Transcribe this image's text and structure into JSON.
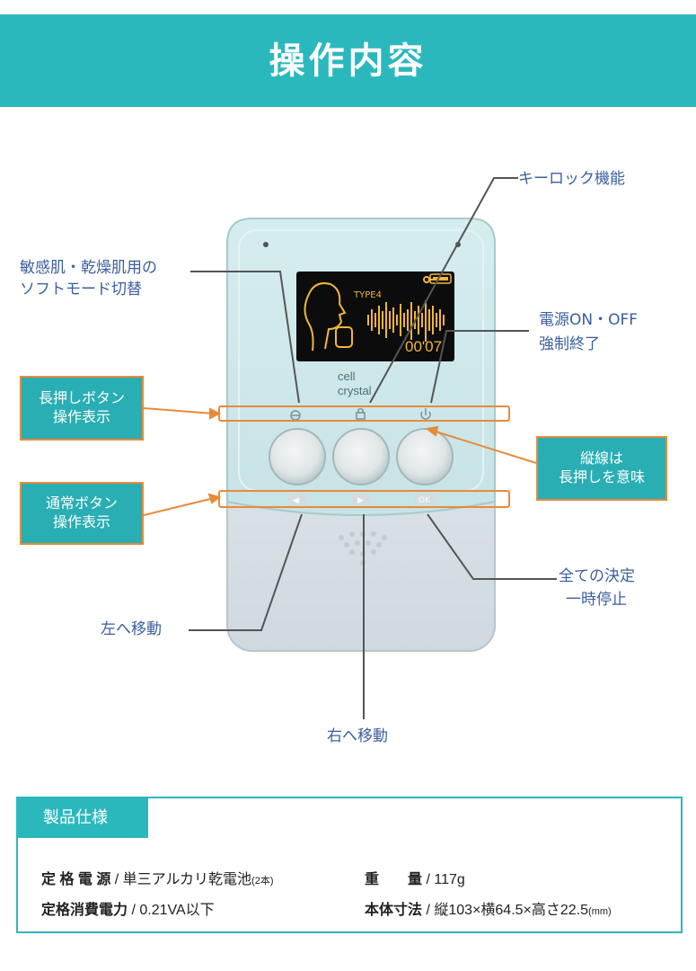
{
  "header": {
    "title": "操作内容"
  },
  "device": {
    "brand_line1": "cell",
    "brand_line2": "crystal",
    "screen_type": "TYPE4",
    "screen_timer": "00'07",
    "long_press_icons": [
      "sensitive-skin-icon",
      "lock-icon",
      "power-icon"
    ],
    "short_press_labels": [
      "◀",
      "▶",
      "OK"
    ]
  },
  "callouts": {
    "key_lock": "キーロック機能",
    "soft_mode_line1": "敏感肌・乾燥肌用の",
    "soft_mode_line2": "ソフトモード切替",
    "power_line1": "電源ON・OFF",
    "power_line2": "強制終了",
    "long_press_box_line1": "長押しボタン",
    "long_press_box_line2": "操作表示",
    "dotted_box_line1": "縦線は",
    "dotted_box_line2": "長押しを意味",
    "normal_box_line1": "通常ボタン",
    "normal_box_line2": "操作表示",
    "confirm_line1": "全ての決定",
    "confirm_line2": "一時停止",
    "move_left": "左へ移動",
    "move_right": "右へ移動"
  },
  "spec": {
    "tab": "製品仕様",
    "rating_power_label": "定 格 電 源",
    "rating_power_value": " / 単三アルカリ乾電池",
    "rating_power_note": "(2本)",
    "weight_label": "重　　量",
    "weight_value": " / 117g",
    "consumption_label": "定格消費電力",
    "consumption_value": " / 0.21VA以下",
    "size_label": "本体寸法",
    "size_value": " / 縦103×横64.5×高さ22.5",
    "size_unit": "(mm)"
  },
  "colors": {
    "banner": "#2bb8bd",
    "callout_text": "#3a5f9e",
    "orange_outline": "#e88a3a",
    "screen_amber": "#f4b53a"
  }
}
